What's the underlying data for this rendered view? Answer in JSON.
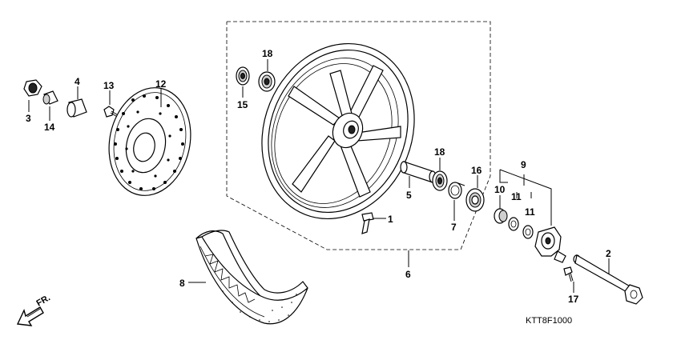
{
  "callouts": {
    "c1": "1",
    "c2": "2",
    "c3": "3",
    "c4": "4",
    "c5": "5",
    "c6": "6",
    "c7": "7",
    "c8": "8",
    "c9": "9",
    "c10": "10",
    "c11a": "11",
    "c11b": "11",
    "c12": "12",
    "c13": "13",
    "c14": "14",
    "c15": "15",
    "c16": "16",
    "c17": "17",
    "c18a": "18",
    "c18b": "18"
  },
  "diagram_code": "KTT8F1000",
  "direction_label": "FR.",
  "icons": {
    "front": "front-direction-arrow-icon"
  },
  "colors": {
    "line": "#000000",
    "fill": "#ffffff",
    "shade": "#cfcfcf"
  }
}
